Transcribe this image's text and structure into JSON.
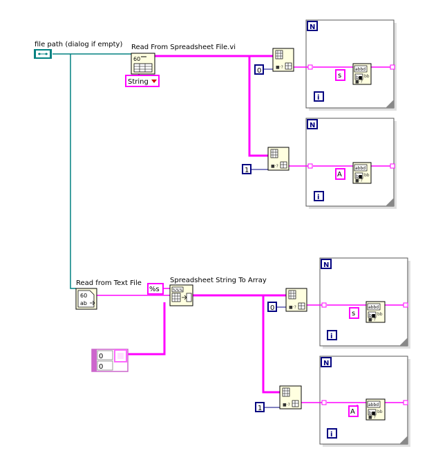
{
  "labels": {
    "file_path": "file path (dialog if empty)",
    "read_spreadsheet": "Read From Spreadsheet File.vi",
    "read_text": "Read from Text File",
    "spreadsheet_to_array": "Spreadsheet String To Array"
  },
  "constants": {
    "string_type": "String",
    "format": "%s",
    "index_top_1": "0",
    "index_top_2": "1",
    "index_bot_1": "0",
    "index_bot_2": "1",
    "array_dim_1": "0",
    "array_dim_2": "0"
  },
  "loops": {
    "count_terminal": "N",
    "iteration_terminal": "i",
    "format_specs": [
      "s",
      "A",
      "s",
      "A"
    ]
  },
  "colors": {
    "string_wire": "#ff00ff",
    "path_wire": "#008080",
    "numeric": "#000080",
    "node_fill": "#ffffe0"
  }
}
